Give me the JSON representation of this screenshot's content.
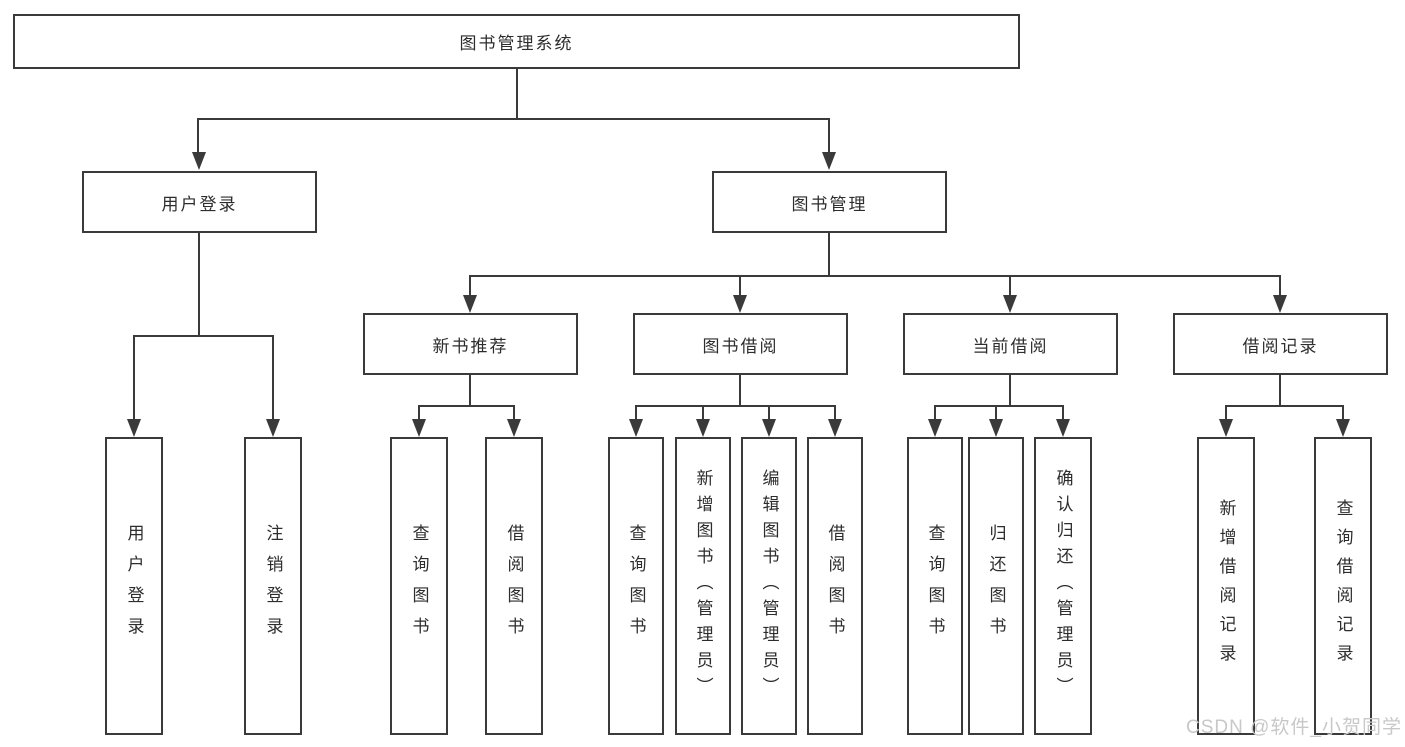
{
  "diagram": {
    "root": {
      "label": "图书管理系统"
    },
    "level2": [
      {
        "label": "用户登录"
      },
      {
        "label": "图书管理"
      }
    ],
    "level3": [
      {
        "label": "新书推荐"
      },
      {
        "label": "图书借阅"
      },
      {
        "label": "当前借阅"
      },
      {
        "label": "借阅记录"
      }
    ],
    "leaves": {
      "user_login": [
        {
          "label": "用户登录"
        },
        {
          "label": "注销登录"
        }
      ],
      "new_books": [
        {
          "label": "查询图书"
        },
        {
          "label": "借阅图书"
        }
      ],
      "book_borrow": [
        {
          "label": "查询图书"
        },
        {
          "label": "新增图书（管理员）"
        },
        {
          "label": "编辑图书（管理员）"
        },
        {
          "label": "借阅图书"
        }
      ],
      "current_borrow": [
        {
          "label": "查询图书"
        },
        {
          "label": "归还图书"
        },
        {
          "label": "确认归还（管理员）"
        }
      ],
      "borrow_records": [
        {
          "label": "新增借阅记录"
        },
        {
          "label": "查询借阅记录"
        }
      ]
    }
  },
  "watermark": {
    "text": "CSDN @软件_小贺同学"
  },
  "colors": {
    "line": "#3a3a3a",
    "box_border": "#3a3a3a",
    "text": "#2d2d2d",
    "watermark": "#c8c8c8",
    "background": "#ffffff"
  }
}
